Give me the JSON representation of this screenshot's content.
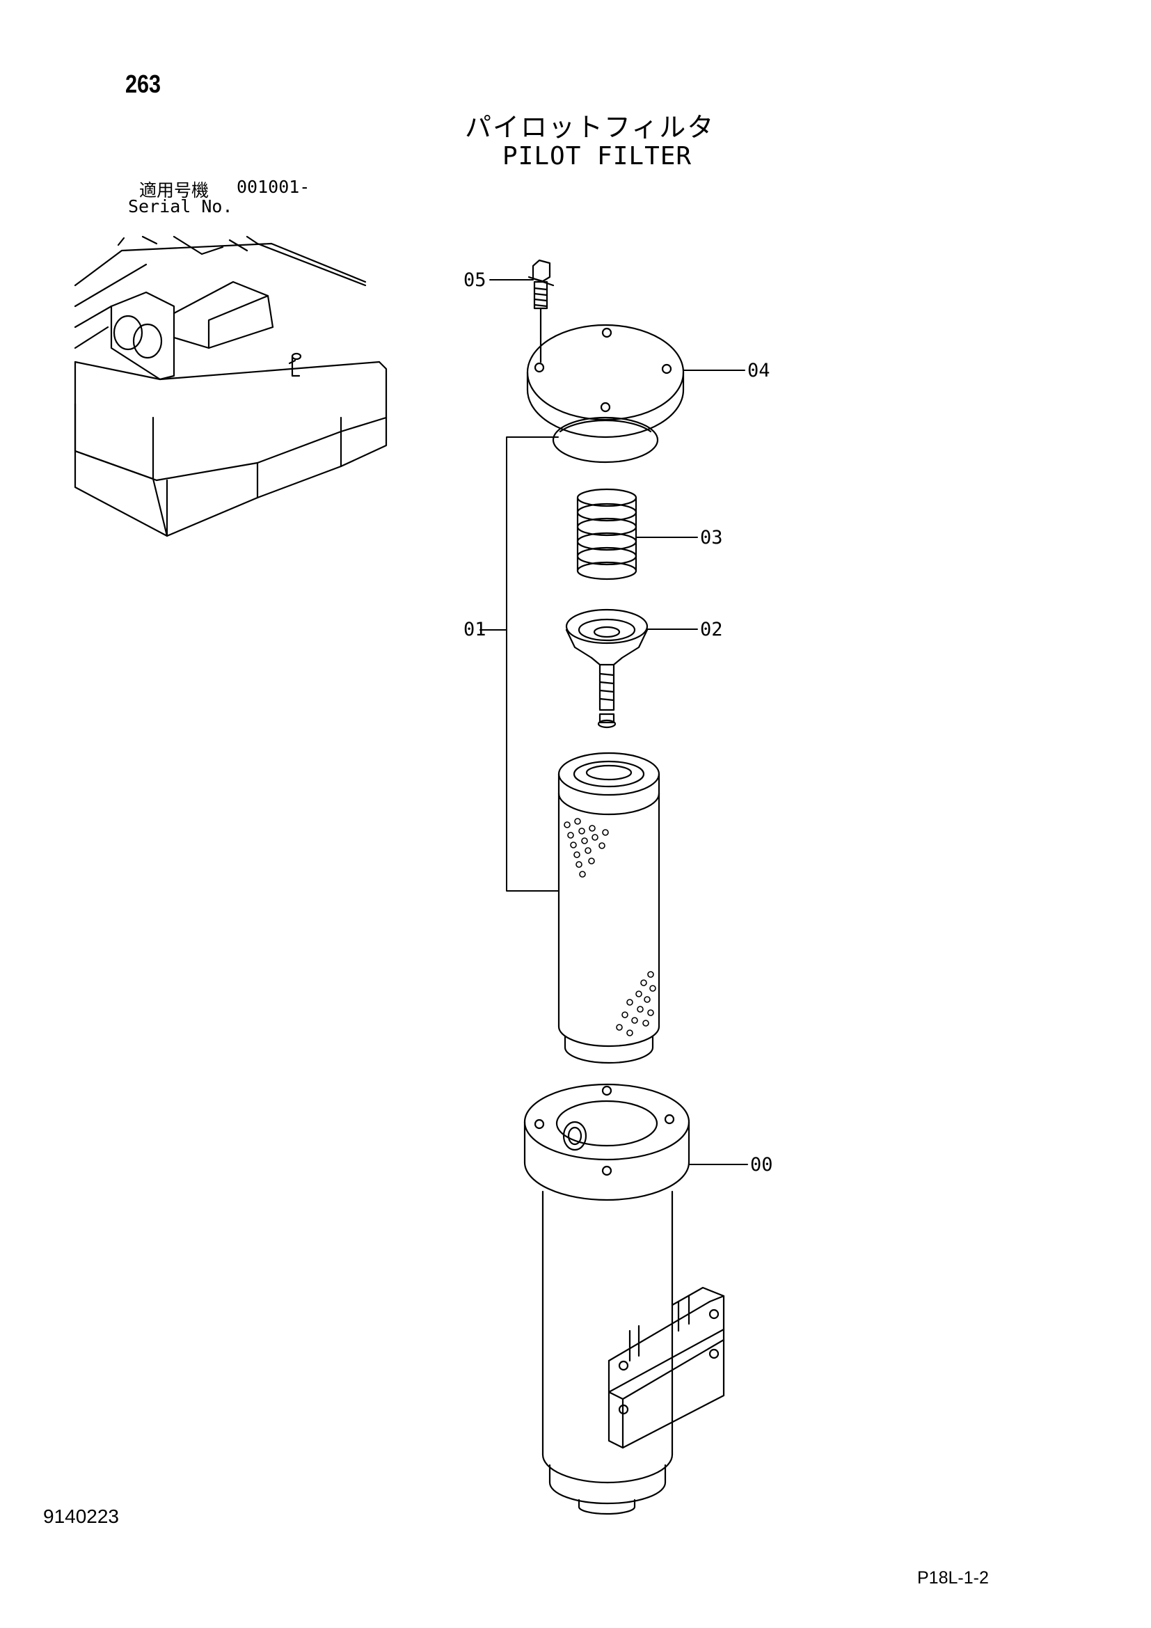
{
  "header": {
    "page_number": "263",
    "title_jp": "パイロットフィルタ",
    "title_en": "PILOT FILTER"
  },
  "serial": {
    "label_jp": "適用号機",
    "value": "001001-",
    "label_en": "Serial No."
  },
  "callouts": {
    "c05": "05",
    "c04": "04",
    "c03": "03",
    "c01": "01",
    "c02": "02",
    "c00": "00"
  },
  "footer": {
    "doc_number": "9140223",
    "sheet_ref": "P18L-1-2"
  }
}
